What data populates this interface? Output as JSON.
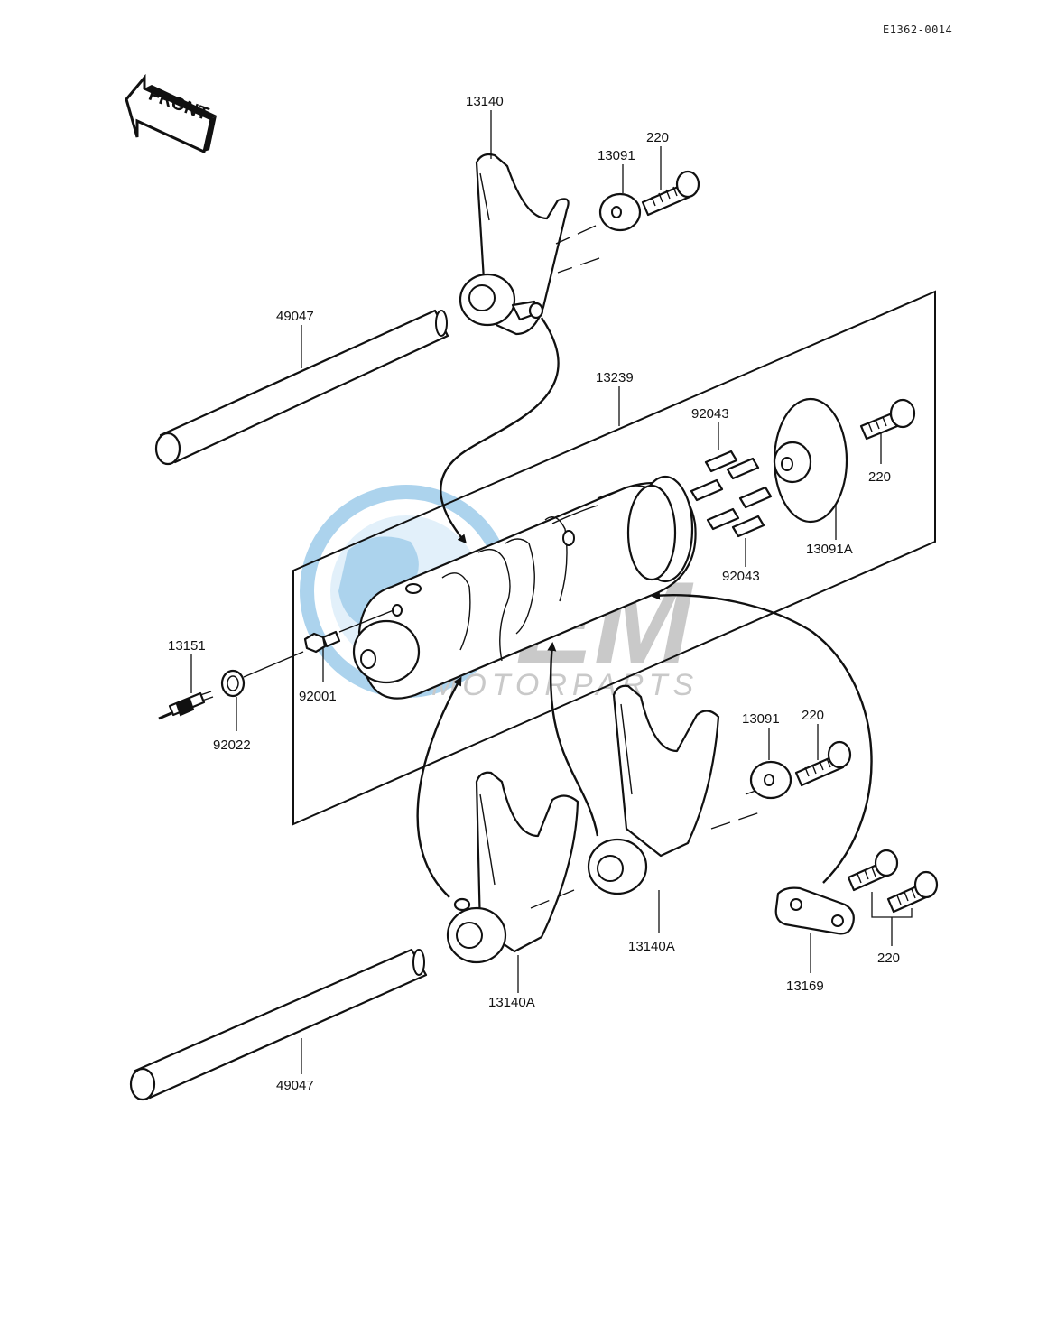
{
  "diagram": {
    "doc_code": "E1362-0014",
    "front_arrow_label": "FRONT",
    "watermark": {
      "brand": "GEM",
      "sub": "MOTORPARTS",
      "color": "#4a9fd8"
    },
    "parts": {
      "fork_top": "13140",
      "washer_top": "13091",
      "bolt_top": "220",
      "shaft_top": "49047",
      "drum_assembly": "13239",
      "pins_top": "92043",
      "pins_bottom": "92043",
      "plate": "13091A",
      "bolt_plate": "220",
      "switch": "13151",
      "washer_switch": "92022",
      "plug": "92001",
      "washer_mid": "13091",
      "bolt_mid": "220",
      "fork_middle": "13140A",
      "fork_bottom": "13140A",
      "stopper": "13169",
      "bolts_stopper": "220",
      "shaft_bottom": "49047"
    }
  }
}
